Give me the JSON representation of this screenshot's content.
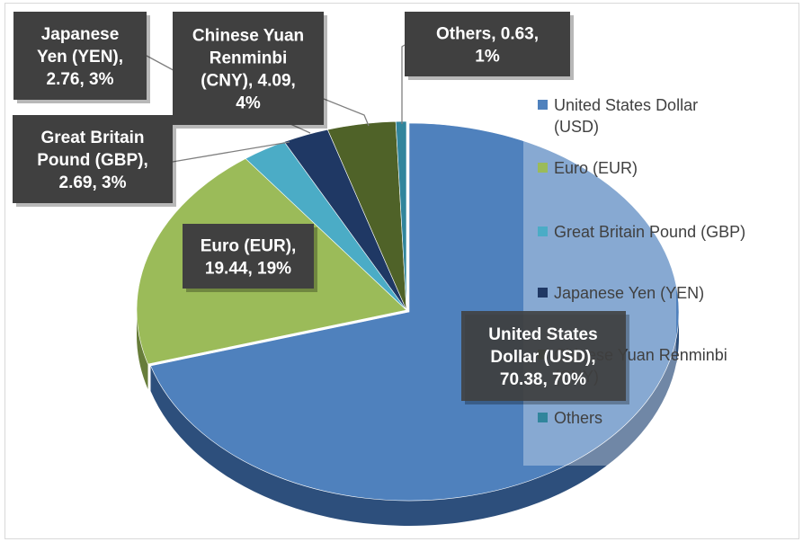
{
  "chart_data": {
    "type": "pie",
    "style": "3d-exploded",
    "slices": [
      {
        "label": "United States Dollar (USD)",
        "value": 70.38,
        "percent": "70%",
        "color": "#4f81bd",
        "side_color": "#2d4f7c",
        "callout": [
          "United States",
          "Dollar (USD),",
          "70.38, 70%"
        ]
      },
      {
        "label": "Euro (EUR)",
        "value": 19.44,
        "percent": "19%",
        "color": "#9bbb59",
        "side_color": "#677d3a",
        "callout": [
          "Euro (EUR),",
          "19.44, 19%"
        ]
      },
      {
        "label": "Great Britain Pound (GBP)",
        "value": 2.69,
        "percent": "3%",
        "color": "#4bacc6",
        "side_color": "#2f7486",
        "callout": [
          "Great Britain",
          "Pound (GBP),",
          "2.69, 3%"
        ]
      },
      {
        "label": "Japanese Yen (YEN)",
        "value": 2.76,
        "percent": "3%",
        "color": "#1f3864",
        "side_color": "#121f38",
        "callout": [
          "Japanese",
          "Yen (YEN),",
          "2.76, 3%"
        ]
      },
      {
        "label": "Chinese Yuan Renminbi (CNY)",
        "value": 4.09,
        "percent": "4%",
        "color": "#4f6228",
        "side_color": "#303c18",
        "callout": [
          "Chinese Yuan",
          "Renminbi",
          "(CNY), 4.09,",
          "4%"
        ]
      },
      {
        "label": "Others",
        "value": 0.63,
        "percent": "1%",
        "color": "#31859c",
        "side_color": "#1d5260",
        "callout": [
          "Others, 0.63,",
          "1%"
        ]
      }
    ],
    "legend": {
      "placement": "right",
      "entries": [
        [
          "United States Dollar",
          "(USD)"
        ],
        [
          "Euro (EUR)"
        ],
        [
          "Great Britain Pound (GBP)"
        ],
        [
          "Japanese Yen (YEN)"
        ],
        [
          "Chinese Yuan Renminbi",
          "(CNY)"
        ],
        [
          "Others"
        ]
      ]
    },
    "callout_color": "#404040"
  }
}
